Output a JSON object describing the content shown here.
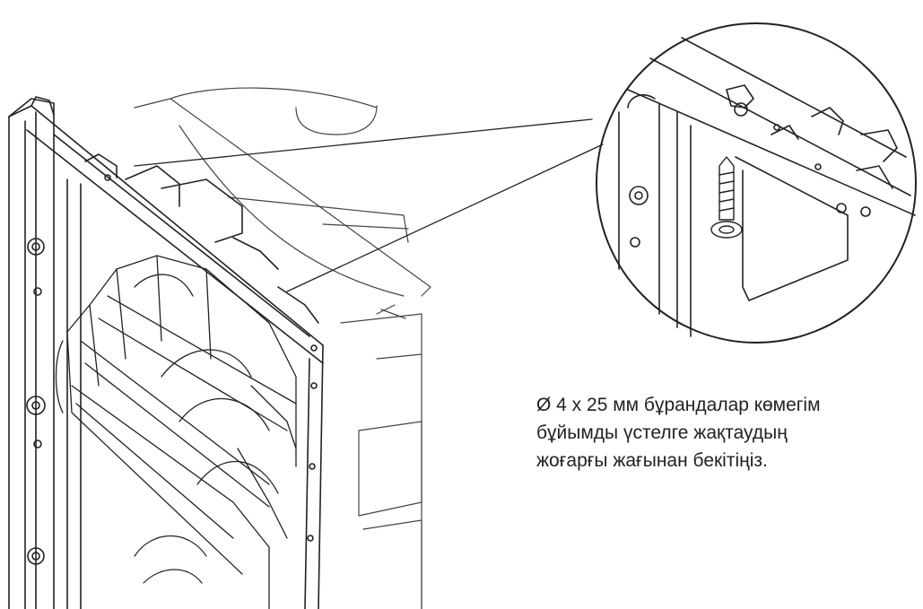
{
  "figure": {
    "caption_lines": [
      "Ø 4 x 25 мм бұрандалар көмегім",
      "бұйымды үстелге жақтаудың",
      "жоғарғы жағынан бекітіңіз."
    ]
  }
}
